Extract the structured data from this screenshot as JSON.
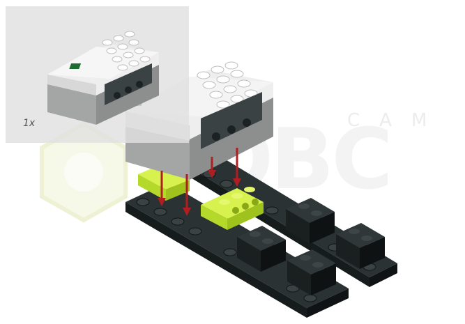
{
  "parts_panel": {
    "quantity_label": "1x",
    "part_icon": "smart-hub-icon"
  },
  "watermark": {
    "text_top": "CAM",
    "text_main": "OBC",
    "logo_icon": "hexagon-logo-icon"
  },
  "colors": {
    "plate_black": "#1d2324",
    "hub_light_grey": "#f1f1f1",
    "hub_dark_grey": "#9c9e9e",
    "lime": "#c4e830",
    "arrow_red": "#b01e22",
    "panel_bg": "#e0e0e0",
    "status_led": "#1f6b34"
  },
  "step_instructions": {
    "arrows_count": 4,
    "arrow_icon": "down-arrow-icon"
  }
}
